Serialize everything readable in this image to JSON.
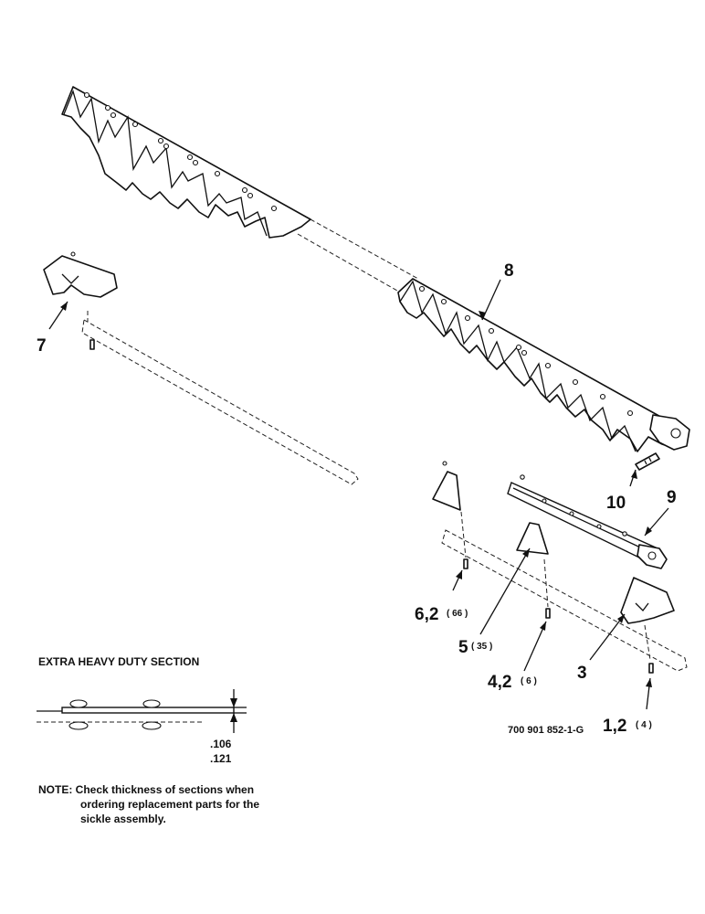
{
  "callouts": [
    {
      "label": "8",
      "qty": ""
    },
    {
      "label": "7",
      "qty": ""
    },
    {
      "label": "10",
      "qty": ""
    },
    {
      "label": "9",
      "qty": ""
    },
    {
      "label": "6,2",
      "qty": "( 66 )"
    },
    {
      "label": "5",
      "qty": "( 35 )"
    },
    {
      "label": "4,2",
      "qty": "( 6 )"
    },
    {
      "label": "3",
      "qty": ""
    },
    {
      "label": "1,2",
      "qty": "( 4 )"
    }
  ],
  "figure_number": "700 901 852-1-G",
  "detail": {
    "heading": "EXTRA HEAVY DUTY SECTION",
    "dimension_top": ".106",
    "dimension_bottom": ".121"
  },
  "note": {
    "lines": [
      "NOTE: Check thickness of sections when",
      "ordering replacement parts for the",
      "sickle assembly."
    ]
  }
}
